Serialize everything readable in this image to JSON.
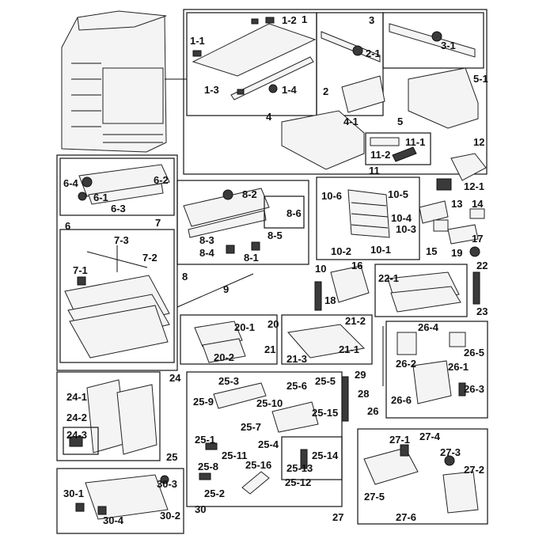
{
  "labels": {
    "l1": "1",
    "l1_1": "1-1",
    "l1_2": "1-2",
    "l1_3": "1-3",
    "l1_4": "1-4",
    "l2": "2",
    "l2_1": "2-1",
    "l3": "3",
    "l3_1": "3-1",
    "l4": "4",
    "l4_1": "4-1",
    "l5": "5",
    "l5_1": "5-1",
    "l6": "6",
    "l6_1": "6-1",
    "l6_2": "6-2",
    "l6_3": "6-3",
    "l6_4": "6-4",
    "l7": "7",
    "l7_1": "7-1",
    "l7_2": "7-2",
    "l7_3": "7-3",
    "l8": "8",
    "l8_1": "8-1",
    "l8_2": "8-2",
    "l8_3": "8-3",
    "l8_4": "8-4",
    "l8_5": "8-5",
    "l8_6": "8-6",
    "l9": "9",
    "l10": "10",
    "l10_1": "10-1",
    "l10_2": "10-2",
    "l10_3": "10-3",
    "l10_4": "10-4",
    "l10_5": "10-5",
    "l10_6": "10-6",
    "l11": "11",
    "l11_1": "11-1",
    "l11_2": "11-2",
    "l12": "12",
    "l12_1": "12-1",
    "l13": "13",
    "l14": "14",
    "l15": "15",
    "l16": "16",
    "l17": "17",
    "l18": "18",
    "l19": "19",
    "l20": "20",
    "l20_1": "20-1",
    "l20_2": "20-2",
    "l21": "21",
    "l21_1": "21-1",
    "l21_2": "21-2",
    "l21_3": "21-3",
    "l22": "22",
    "l22_1": "22-1",
    "l23": "23",
    "l24": "24",
    "l24_1": "24-1",
    "l24_2": "24-2",
    "l24_3": "24-3",
    "l25": "25",
    "l25_1": "25-1",
    "l25_2": "25-2",
    "l25_3": "25-3",
    "l25_4": "25-4",
    "l25_5": "25-5",
    "l25_6": "25-6",
    "l25_7": "25-7",
    "l25_8": "25-8",
    "l25_9": "25-9",
    "l25_10": "25-10",
    "l25_11": "25-11",
    "l25_12": "25-12",
    "l25_13": "25-13",
    "l25_14": "25-14",
    "l25_15": "25-15",
    "l25_16": "25-16",
    "l26": "26",
    "l26_1": "26-1",
    "l26_2": "26-2",
    "l26_3": "26-3",
    "l26_4": "26-4",
    "l26_5": "26-5",
    "l26_6": "26-6",
    "l27": "27",
    "l27_1": "27-1",
    "l27_2": "27-2",
    "l27_3": "27-3",
    "l27_4": "27-4",
    "l27_5": "27-5",
    "l27_6": "27-6",
    "l28": "28",
    "l29": "29",
    "l30": "30",
    "l30_1": "30-1",
    "l30_2": "30-2",
    "l30_3": "30-3",
    "l30_4": "30-4"
  }
}
